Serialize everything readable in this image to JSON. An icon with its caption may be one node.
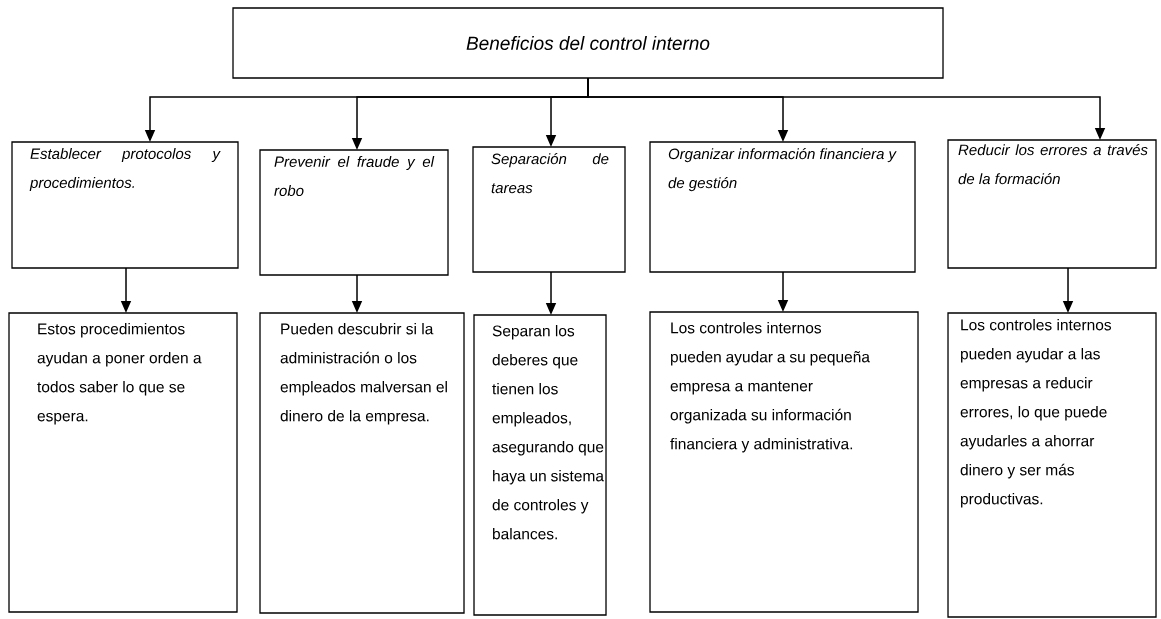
{
  "diagram": {
    "nodes": [
      {
        "text": [
          "Beneficios del control interno"
        ]
      },
      {
        "text": [
          "Establecer protocolos y procedimientos."
        ]
      },
      {
        "text": [
          "Prevenir el fraude y el robo"
        ]
      },
      {
        "text": [
          "Separación de tareas"
        ]
      },
      {
        "text": [
          "Organizar información financiera y de gestión"
        ]
      },
      {
        "text": [
          "Reducir los errores a través de la formación"
        ]
      },
      {
        "text": [
          "Estos procedimientos ayudan a poner orden a todos saber lo que se espera."
        ]
      },
      {
        "text": [
          "Pueden descubrir si la administración o los empleados malversan el dinero de la empresa."
        ]
      },
      {
        "text": [
          "Separan los deberes que tienen los empleados, asegurando que haya un sistema de controles y balances."
        ]
      },
      {
        "text": [
          "Los controles internos pueden ayudar a su pequeña empresa a mantener organizada su información financiera y administrativa."
        ]
      },
      {
        "text": [
          "Los controles internos pueden ayudar a las empresas a reducir errores, lo que puede ayudarles a ahorrar dinero y ser más productivas."
        ]
      }
    ],
    "edges": [
      {
        "from": 0,
        "to": 1,
        "arrow": "to"
      },
      {
        "from": 0,
        "to": 2,
        "arrow": "to"
      },
      {
        "from": 0,
        "to": 3,
        "arrow": "to"
      },
      {
        "from": 0,
        "to": 4,
        "arrow": "to"
      },
      {
        "from": 0,
        "to": 5,
        "arrow": "to"
      },
      {
        "from": 1,
        "to": 6,
        "arrow": "to"
      },
      {
        "from": 2,
        "to": 7,
        "arrow": "to"
      },
      {
        "from": 3,
        "to": 8,
        "arrow": "to"
      },
      {
        "from": 4,
        "to": 9,
        "arrow": "to"
      },
      {
        "from": 5,
        "to": 10,
        "arrow": "to"
      }
    ]
  }
}
